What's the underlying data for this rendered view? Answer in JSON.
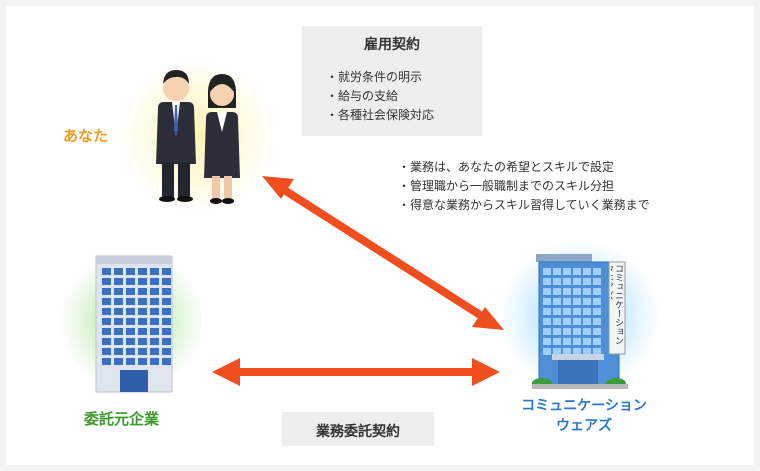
{
  "labels": {
    "you": "あなた",
    "client": "委託元企業",
    "cw_line1": "コミュニケーション",
    "cw_line2": "ウェアズ",
    "building_sign": "コミュニケーション ウェアズ"
  },
  "employment": {
    "title": "雇用契約",
    "items": [
      "・就労条件の明示",
      "・給与の支給",
      "・各種社会保険対応"
    ]
  },
  "tasks": {
    "items": [
      "・業務は、あなたの希望とスキルで設定",
      "・管理職から一般職制までのスキル分担",
      "・得意な業務からスキル習得していく業務まで"
    ]
  },
  "business": {
    "title": "業務委託契約"
  },
  "colors": {
    "arrow": "#f04e1e",
    "you_text": "#f29a1f",
    "client_text": "#3a9a2a",
    "cw_text": "#2a79c6",
    "box_bg": "#eeeeee"
  }
}
